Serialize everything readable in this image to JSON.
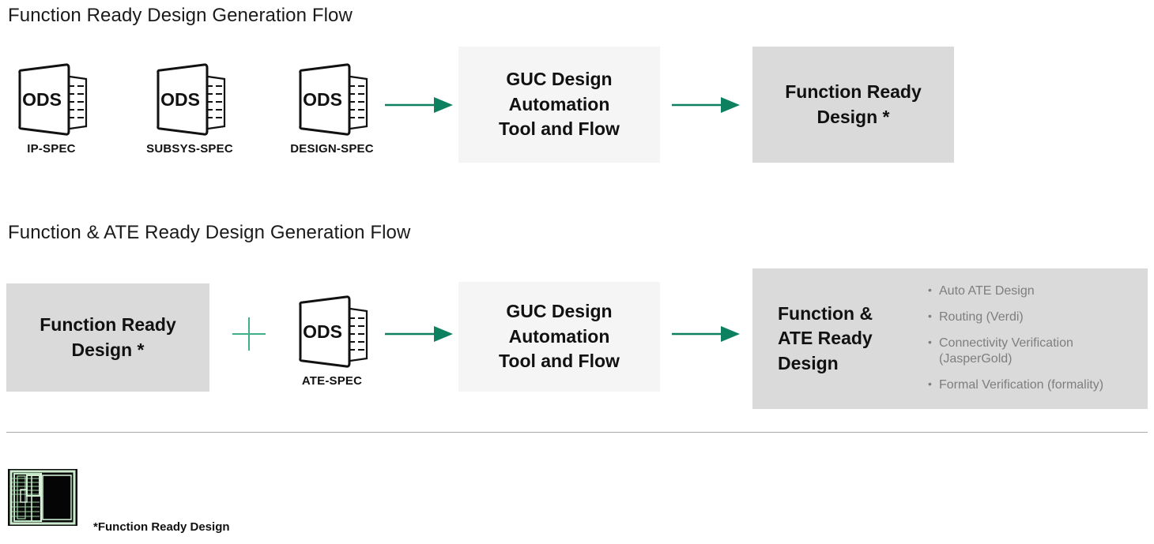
{
  "page": {
    "background": "#ffffff",
    "accent_color": "#0d8060",
    "box_light": "#f5f5f5",
    "box_dark": "#dadada",
    "bullet_text_color": "#7e7e7e"
  },
  "sections": [
    {
      "id": "function-ready-flow",
      "title": "Function Ready Design Generation Flow"
    },
    {
      "id": "function-ate-ready-flow",
      "title": "Function & ATE Ready Design Generation Flow"
    }
  ],
  "row1": {
    "specs": [
      {
        "icon": "spec-document-icon",
        "icon_text": "ODS",
        "label": "IP-SPEC"
      },
      {
        "icon": "spec-document-icon",
        "icon_text": "ODS",
        "label": "SUBSYS-SPEC"
      },
      {
        "icon": "spec-document-icon",
        "icon_text": "ODS",
        "label": "DESIGN-SPEC"
      }
    ],
    "arrow1": "arrow-right-icon",
    "process": {
      "label": "GUC Design\nAutomation\nTool and Flow",
      "fill": "#f5f5f5"
    },
    "arrow2": "arrow-right-icon",
    "outcome": {
      "label": "Function Ready\nDesign *",
      "fill": "#dadada"
    }
  },
  "row2": {
    "input": {
      "label": "Function Ready\nDesign *",
      "fill": "#dadada"
    },
    "plus": "plus-icon",
    "spec": {
      "icon": "spec-document-icon",
      "icon_text": "ODS",
      "label": "ATE-SPEC"
    },
    "arrow1": "arrow-right-icon",
    "process": {
      "label": "GUC Design\nAutomation\nTool and Flow",
      "fill": "#f5f5f5"
    },
    "arrow2": "arrow-right-icon",
    "result": {
      "title": "Function &\nATE Ready\nDesign",
      "fill": "#dadada",
      "bullets": [
        "Auto ATE Design",
        "Routing (Verdi)",
        "Connectivity Verification\n (JasperGold)",
        "Formal Verification (formality)"
      ]
    }
  },
  "footer": {
    "thumbnail_name": "chip-layout-thumbnail",
    "caption": "*Function Ready Design"
  }
}
